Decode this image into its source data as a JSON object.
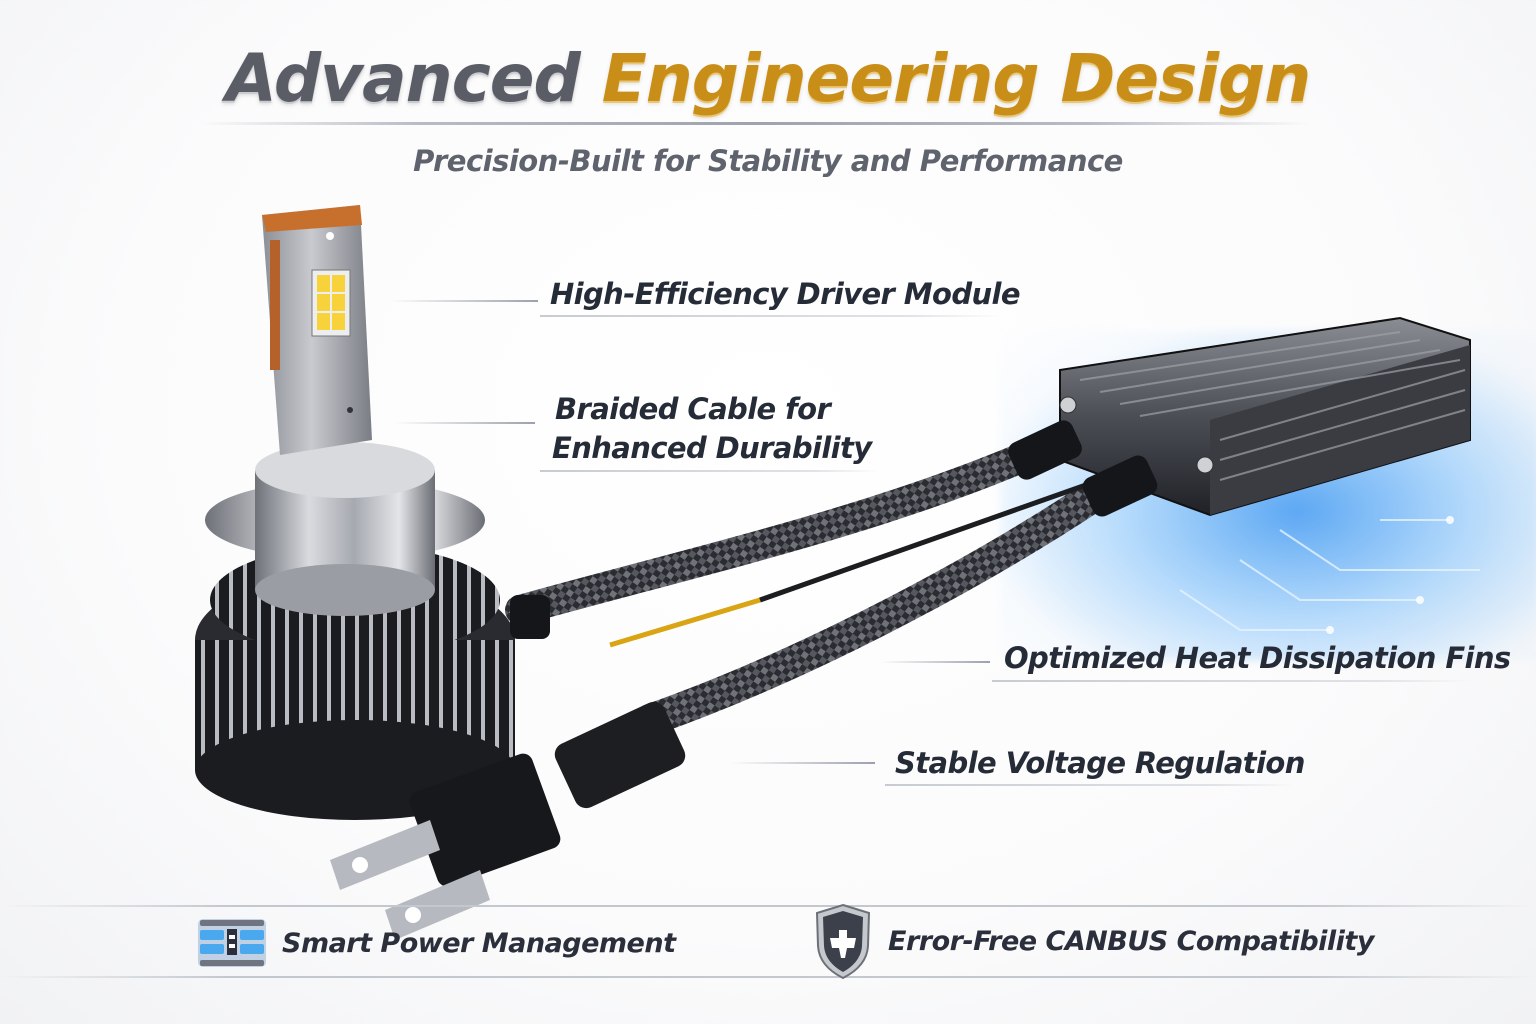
{
  "header": {
    "title_part1": "Advanced",
    "title_part2": "Engineering Design",
    "subtitle": "Precision-Built for Stability and Performance"
  },
  "callouts": [
    {
      "label": "High-Efficiency Driver Module"
    },
    {
      "label_line1": "Braided Cable for",
      "label_line2": "Enhanced Durability"
    },
    {
      "label": "Optimized Heat Dissipation Fins"
    },
    {
      "label": "Stable Voltage Regulation"
    }
  ],
  "features": [
    {
      "icon": "circuit-chip-icon",
      "label": "Smart Power Management"
    },
    {
      "icon": "shield-icon",
      "label": "Error-Free CANBUS Compatibility"
    }
  ],
  "colors": {
    "title_gray": "#5a5d66",
    "title_gold": "#c98e18",
    "text_dark": "#262b38",
    "glow_blue": "#2a8cf0",
    "led_yellow": "#f7d23a",
    "copper": "#c7702e"
  }
}
